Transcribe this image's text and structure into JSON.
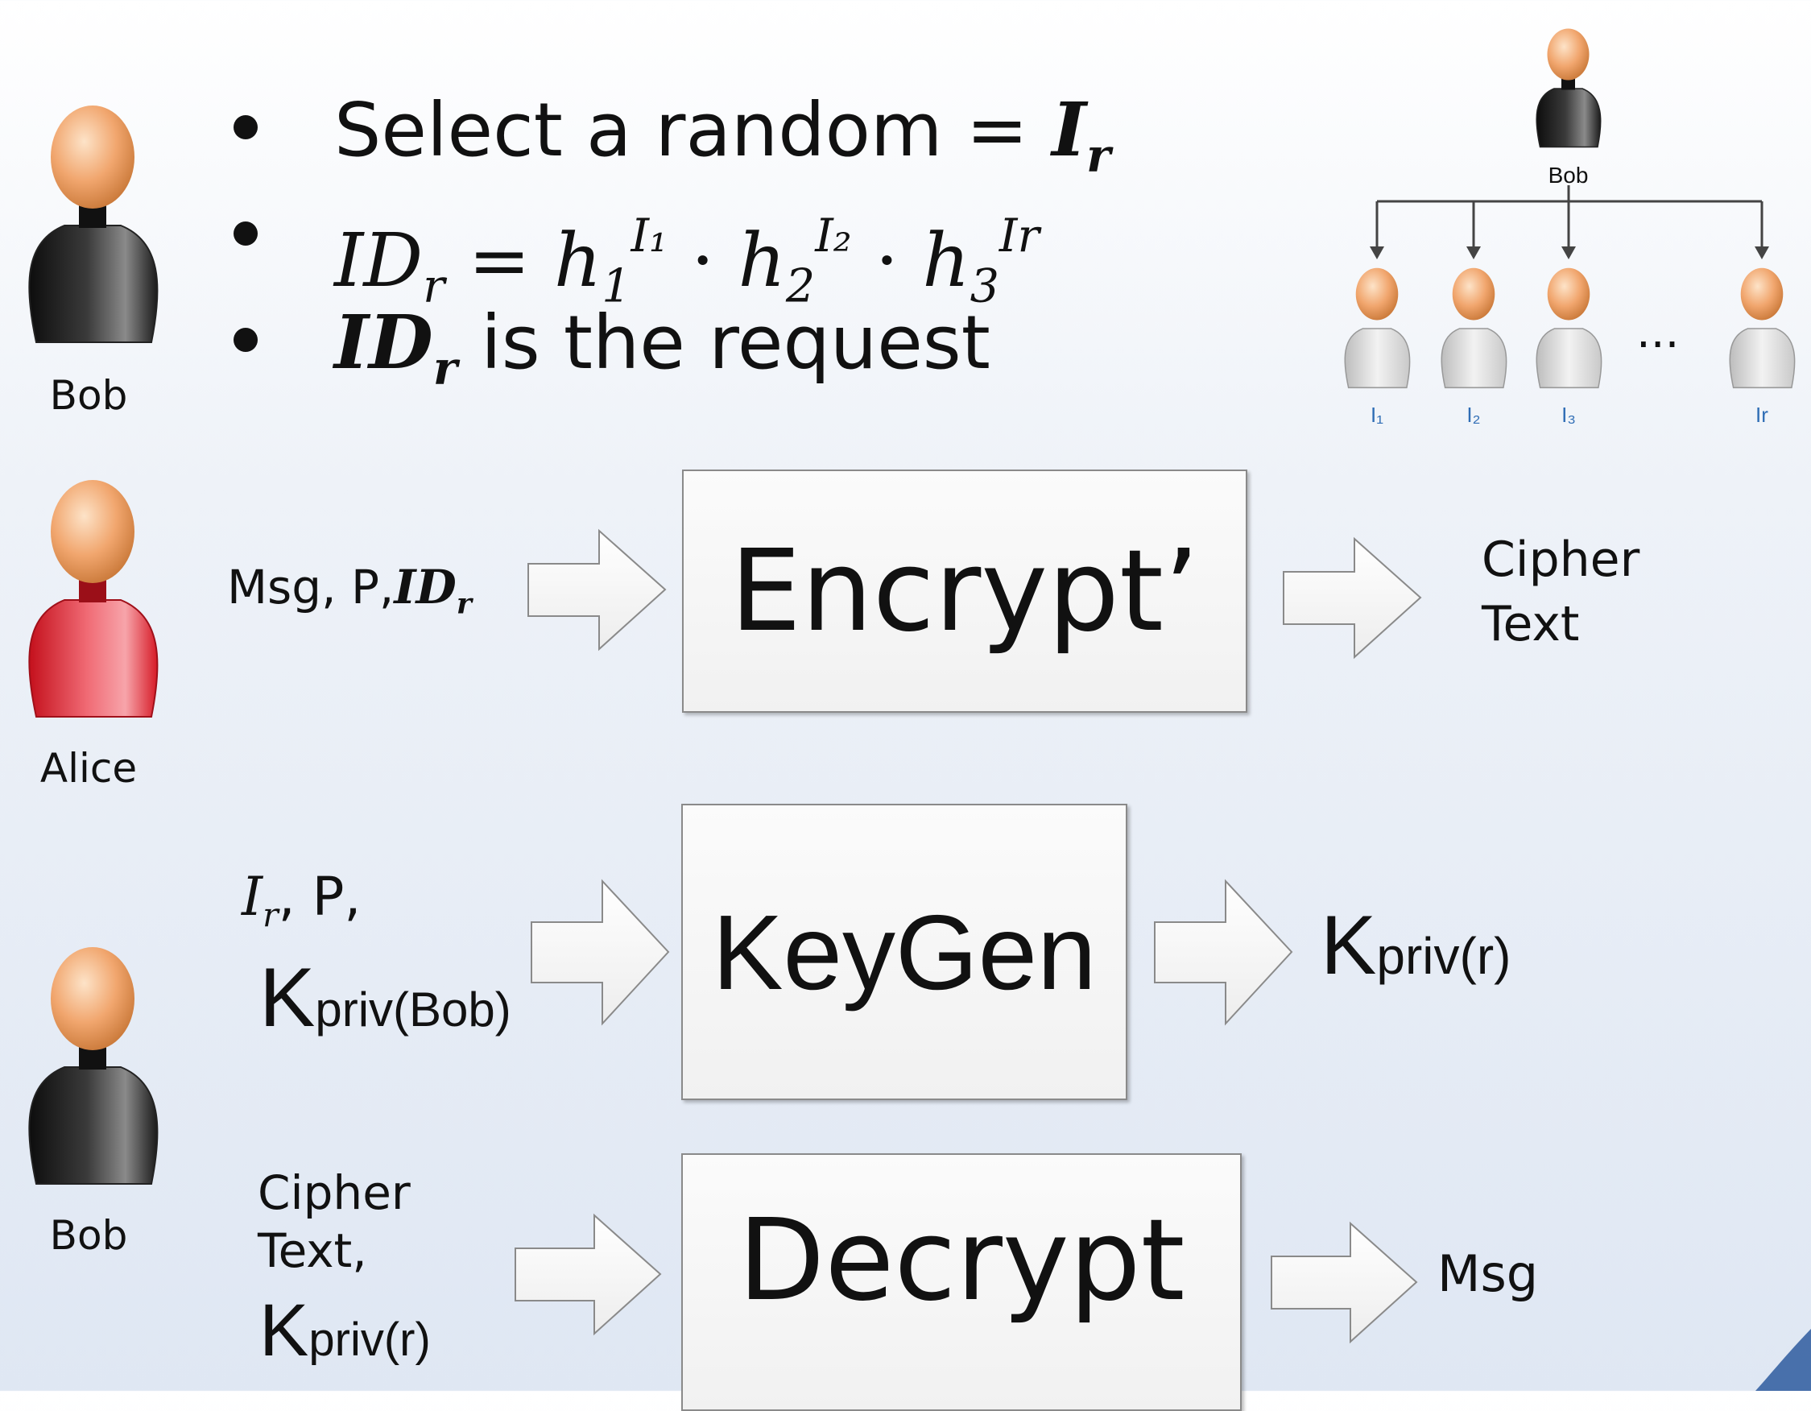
{
  "people": {
    "bob_top": "Bob",
    "alice": "Alice",
    "bob_bottom": "Bob"
  },
  "bullets": {
    "line1_text": "Select a random = ",
    "line1_var": "I",
    "line1_sub": "r",
    "line2_lhs": "ID",
    "line2_lhs_sub": "r",
    "line2_eq": " = ",
    "line2_h1": "h",
    "line2_h1_sub": "1",
    "line2_h1_sup": "I₁",
    "line2_dot1": " · ",
    "line2_h2": "h",
    "line2_h2_sub": "2",
    "line2_h2_sup": "I₂",
    "line2_dot2": " · ",
    "line2_h3": "h",
    "line2_h3_sub": "3",
    "line2_h3_sup": "Ir",
    "line3_var": "ID",
    "line3_sub": "r",
    "line3_text": " is the request"
  },
  "hierarchy": {
    "root": "Bob",
    "children": [
      "I₁",
      "I₂",
      "I₃",
      "Ir"
    ],
    "ellipsis": "..."
  },
  "encrypt": {
    "input_text": "Msg, P,",
    "input_var": "ID",
    "input_sub": "r",
    "box": "Encrypt’",
    "output_line1": "Cipher",
    "output_line2": "Text"
  },
  "keygen": {
    "input_var": "I",
    "input_sub": "r",
    "input_text": ", P,",
    "input_k": "K",
    "input_k_sub": "priv(Bob)",
    "box": "KeyGen",
    "output_k": "K",
    "output_k_sub": "priv(r)"
  },
  "decrypt": {
    "input_line1": "Cipher",
    "input_line2": "Text,",
    "input_k": "K",
    "input_k_sub": "priv(r)",
    "box": "Decrypt",
    "output": "Msg"
  },
  "colors": {
    "bob_shirt": "#1e1e1e",
    "alice_shirt": "#e0202a",
    "skin": "#f1a66e",
    "child_shirt": "#d8d8d8",
    "label_blue": "#2f6db5"
  }
}
